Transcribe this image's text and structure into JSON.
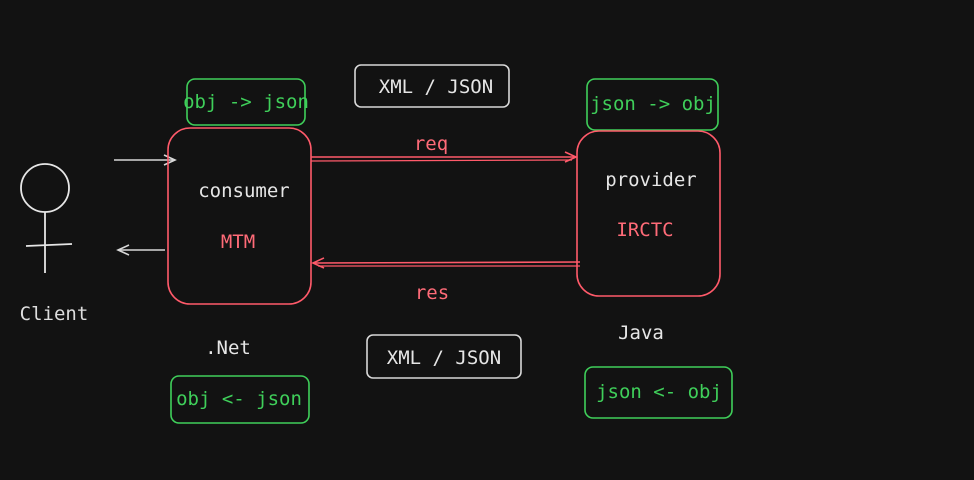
{
  "client": {
    "label": "Client"
  },
  "consumer": {
    "title": "consumer",
    "name": "MTM",
    "platform": ".Net",
    "serialize_label": "obj -> json",
    "deserialize_label": "obj <- json"
  },
  "provider": {
    "title": "provider",
    "name": "IRCTC",
    "platform": "Java",
    "deserialize_label": "json -> obj",
    "serialize_label": "json <- obj"
  },
  "request": {
    "label": "req",
    "format_label": "XML / JSON"
  },
  "response": {
    "label": "res",
    "format_label": "XML / JSON"
  },
  "colors": {
    "background": "#121212",
    "box_border": "#ff5a6a",
    "arrow_red": "#ff5a6a",
    "label_red": "#ff6b78",
    "green": "#3fcf5a",
    "white": "#e6e6e6",
    "format_box_border": "#d8d8d8"
  }
}
